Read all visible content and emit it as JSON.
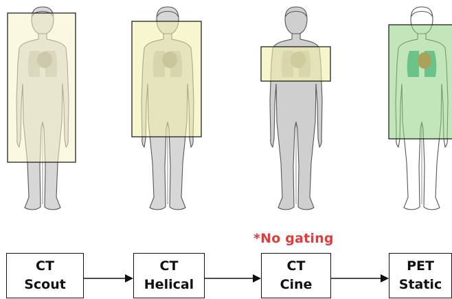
{
  "note": "*No gating",
  "steps": [
    {
      "line1": "CT",
      "line2": "Scout"
    },
    {
      "line1": "CT",
      "line2": "Helical"
    },
    {
      "line1": "CT",
      "line2": "Cine"
    },
    {
      "line1": "PET",
      "line2": "Static"
    }
  ],
  "colors": {
    "scan_region_ct": "#f5f3c6",
    "scan_region_pet": "#8fd080",
    "body_fill": "#d7d7d7",
    "lung": "#b7b7b0",
    "heart": "#9a968c",
    "heart_pet": "#c96a2a",
    "lung_pet": "#3fb39a",
    "note_text": "#e23b3b"
  }
}
